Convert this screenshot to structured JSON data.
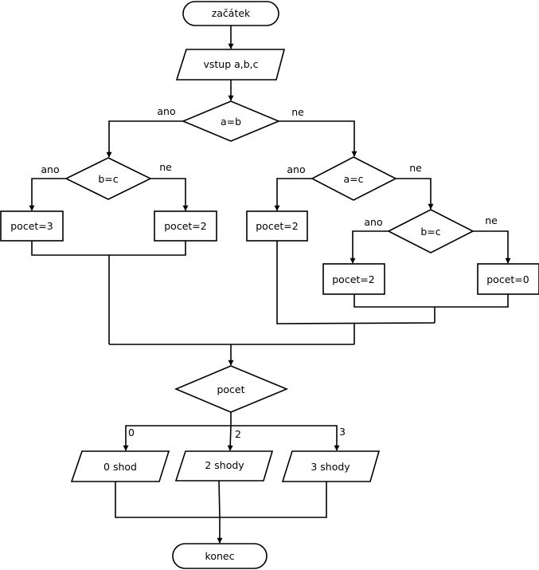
{
  "nodes": {
    "start": "začátek",
    "input": "vstup a,b,c",
    "dec_ab": "a=b",
    "dec_bc_left": "b=c",
    "pocet3": "pocet=3",
    "pocet2_a": "pocet=2",
    "dec_ac": "a=c",
    "pocet2_b": "pocet=2",
    "dec_bc_right": "b=c",
    "pocet2_c": "pocet=2",
    "pocet0": "pocet=0",
    "dec_pocet": "pocet",
    "out0": "0 shod",
    "out2": "2 shody",
    "out3": "3 shody",
    "end": "konec"
  },
  "edge_labels": {
    "ab_yes": "ano",
    "ab_no": "ne",
    "bcl_yes": "ano",
    "bcl_no": "ne",
    "ac_yes": "ano",
    "ac_no": "ne",
    "bcr_yes": "ano",
    "bcr_no": "ne",
    "case0": "0",
    "case2": "2",
    "case3": "3"
  }
}
